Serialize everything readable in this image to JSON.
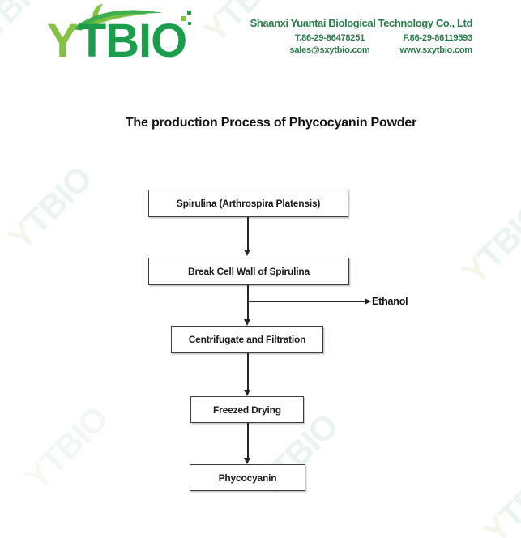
{
  "brand": {
    "logo_y": "Y",
    "logo_rest": "TBIO",
    "colors": {
      "logo_light_green": "#85c241",
      "logo_green": "#1a9e4b",
      "header_text_green": "#2b7c4b"
    }
  },
  "header": {
    "company_name": "Shaanxi Yuantai Biological Technology Co., Ltd",
    "tel": "T.86-29-86478251",
    "fax": "F.86-29-86119593",
    "email": "sales@sxytbio.com",
    "website": "www.sxytbio.com"
  },
  "document": {
    "title": "The production Process of Phycocyanin Powder"
  },
  "flowchart": {
    "steps": [
      {
        "label": "Spirulina (Arthrospira Platensis)"
      },
      {
        "label": "Break Cell Wall of Spirulina"
      },
      {
        "label": "Centrifugate and Filtration"
      },
      {
        "label": "Freezed Drying"
      },
      {
        "label": "Phycocyanin"
      }
    ],
    "byproduct_label": "Ethanol"
  }
}
